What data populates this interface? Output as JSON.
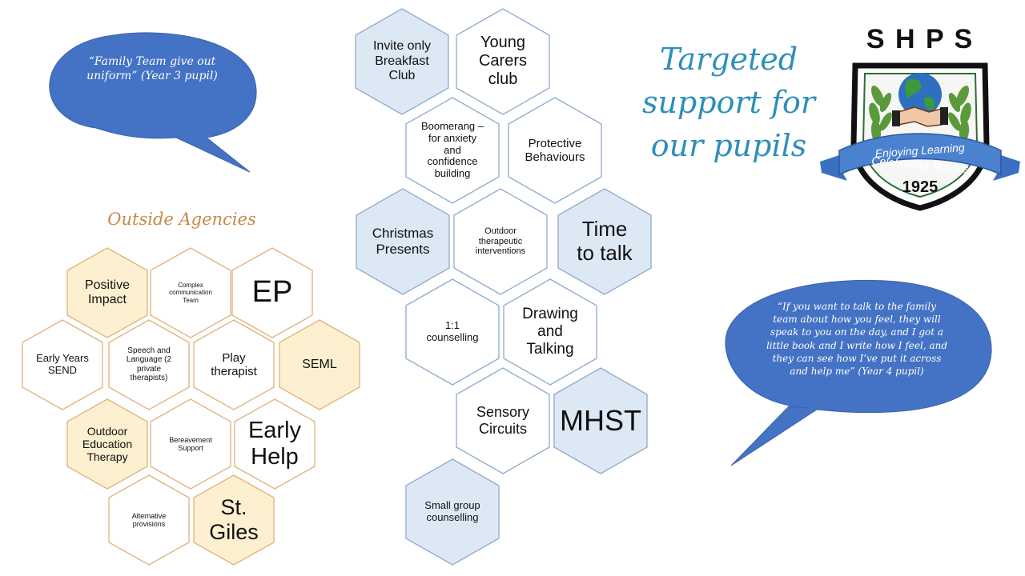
{
  "title": "Targeted support for our pupils",
  "outside_agencies_heading": "Outside Agencies",
  "quote_left": "“Family Team give out uniform” (Year 3 pupil)",
  "quote_right": "“If you want to talk to the family team about how you feel, they will speak to you on the day, and I got a little book and I write how I feel, and they can see how I’ve put it across and help me” (Year 4 pupil)",
  "logo": {
    "letters": "S H P S",
    "motto_line1": "Enjoying Learning",
    "motto_line2": "Celebrating Success",
    "year": "1925"
  },
  "targeted_hexes": [
    {
      "label": "Invite only Breakfast Club",
      "fill": "#dde8f5"
    },
    {
      "label": "Young Carers club",
      "fill": "#ffffff"
    },
    {
      "label": "Boomerang – for anxiety and confidence building",
      "fill": "#ffffff"
    },
    {
      "label": "Protective Behaviours",
      "fill": "#ffffff"
    },
    {
      "label": "Christmas Presents",
      "fill": "#dde8f5"
    },
    {
      "label": "Outdoor therapeutic interventions",
      "fill": "#ffffff"
    },
    {
      "label": "Time to talk",
      "fill": "#dde8f5"
    },
    {
      "label": "1:1 counselling",
      "fill": "#ffffff"
    },
    {
      "label": "Drawing and Talking",
      "fill": "#ffffff"
    },
    {
      "label": "Sensory Circuits",
      "fill": "#ffffff"
    },
    {
      "label": "MHST",
      "fill": "#dde8f5"
    },
    {
      "label": "Small group counselling",
      "fill": "#dde8f5"
    }
  ],
  "agency_hexes": [
    {
      "label": "Positive Impact",
      "fill": "#fdf0d0"
    },
    {
      "label": "Complex communication Team",
      "fill": "#ffffff"
    },
    {
      "label": "EP",
      "fill": "#ffffff"
    },
    {
      "label": "Early Years SEND",
      "fill": "#ffffff"
    },
    {
      "label": "Speech and Language (2 private therapists)",
      "fill": "#ffffff"
    },
    {
      "label": "Play therapist",
      "fill": "#ffffff"
    },
    {
      "label": "SEML",
      "fill": "#fdf0d0"
    },
    {
      "label": "Outdoor Education Therapy",
      "fill": "#fdf0d0"
    },
    {
      "label": "Bereavement Support",
      "fill": "#ffffff"
    },
    {
      "label": "Early Help",
      "fill": "#ffffff"
    },
    {
      "label": "Alternative provisions",
      "fill": "#ffffff"
    },
    {
      "label": "St. Giles",
      "fill": "#fdf0d0"
    }
  ],
  "colors": {
    "blue_stroke": "#8fa9cc",
    "orange_stroke": "#e0b27a",
    "bubble": "#4472c4",
    "title": "#2e8fb8",
    "agencies_heading": "#c9874a"
  }
}
